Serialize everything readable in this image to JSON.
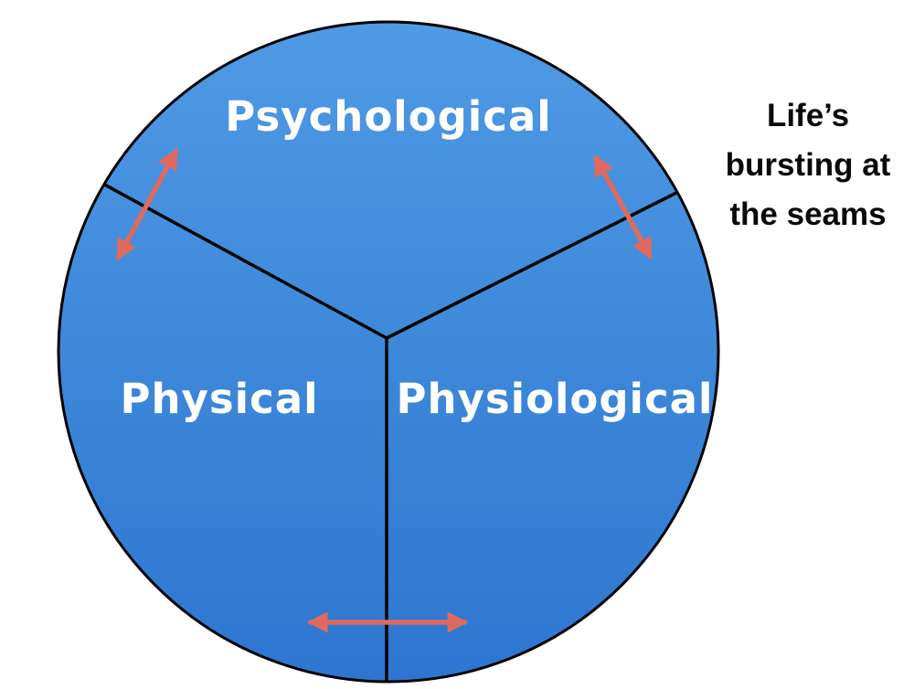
{
  "diagram": {
    "title": "three-part circle of life domains",
    "sectors": [
      {
        "label": "Psychological",
        "position": "top"
      },
      {
        "label": "Physical",
        "position": "bottom-left"
      },
      {
        "label": "Physiological",
        "position": "bottom-right"
      }
    ],
    "arrows": [
      {
        "name": "upper-left-double-arrow",
        "meaning": "exchange across Psychological/Physical boundary"
      },
      {
        "name": "upper-right-double-arrow",
        "meaning": "exchange across Psychological/Physiological boundary"
      },
      {
        "name": "bottom-double-arrow",
        "meaning": "exchange across Physical/Physiological boundary"
      }
    ],
    "side_note": {
      "lines": [
        "Life’s",
        "bursting at",
        "the seams"
      ]
    }
  },
  "colors": {
    "circle_top": "#4f9ae4",
    "circle_bottom": "#2d76d0",
    "outline": "#000000",
    "arrow": "#e0695f",
    "label_text": "#ffffff",
    "note_text": "#0a0a0a"
  }
}
